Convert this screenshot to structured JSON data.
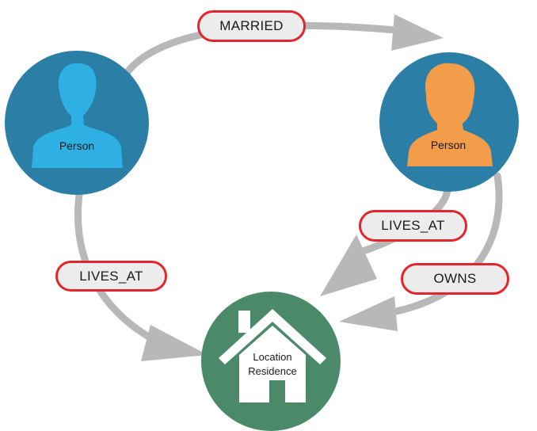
{
  "nodes": {
    "person_left": {
      "label": "Person",
      "circle_color": "#2b7ea6",
      "figure_color": "#2eb0e4"
    },
    "person_right": {
      "label": "Person",
      "circle_color": "#2b7ea6",
      "figure_color": "#f39c4a"
    },
    "location": {
      "label_line1": "Location",
      "label_line2": "Residence",
      "circle_color": "#4a8a68"
    }
  },
  "edges": {
    "married": "MARRIED",
    "lives_at_left": "LIVES_AT",
    "lives_at_right": "LIVES_AT",
    "owns": "OWNS"
  },
  "colors": {
    "arrow": "#b8b8b8",
    "label_border": "#e3262b",
    "label_fill": "#ececec"
  }
}
